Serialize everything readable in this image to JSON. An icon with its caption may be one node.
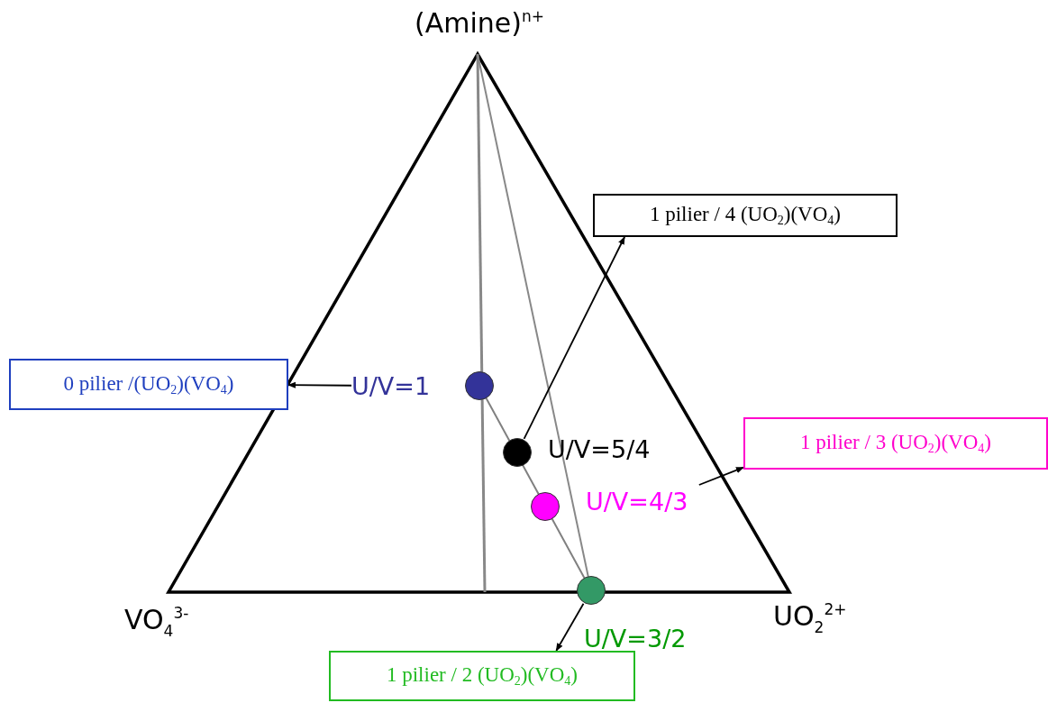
{
  "diagram": {
    "nodes": [
      {
        "text": [
          "0 pilier /(UO$_{2}$)(VO$_{4}$)"
        ]
      },
      {
        "text": [
          "1 pilier / 4 (UO$_{2}$)(VO$_{4}$)"
        ]
      },
      {
        "text": [
          "1 pilier / 3 (UO$_{2}$)(VO$_{4}$)"
        ]
      },
      {
        "text": [
          "1 pilier / 2 (UO$_{2}$)(VO$_{4}$)"
        ]
      },
      {
        "text": [],
        "shape": "circle"
      },
      {
        "text": [],
        "shape": "circle"
      },
      {
        "text": [],
        "shape": "circle"
      },
      {
        "text": [],
        "shape": "circle"
      },
      {
        "text": [
          "U/V=1"
        ]
      },
      {
        "text": [
          "U/V=5/4"
        ]
      },
      {
        "text": [
          "U/V=4/3"
        ]
      },
      {
        "text": [
          "U/V=3/2"
        ]
      }
    ],
    "edges": [
      {
        "from": 8,
        "to": 0,
        "arrow": "to"
      },
      {
        "from": 5,
        "to": 1,
        "arrow": "to"
      },
      {
        "from": 10,
        "to": 2,
        "arrow": "to"
      },
      {
        "from": 7,
        "to": 3,
        "arrow": "to"
      }
    ],
    "labels": [
      "(Amine)$^{n+}$",
      "VO$_{4}$$^{3-}$",
      "UO$_{2}$$^{2+}$"
    ]
  }
}
